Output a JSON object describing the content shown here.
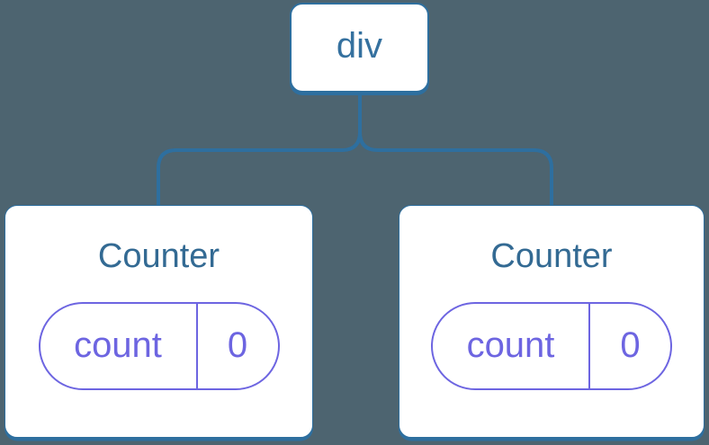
{
  "diagram": {
    "type": "component-tree",
    "colors": {
      "background": "#4D6470",
      "card": "#FFFFFF",
      "stroke": "#2E6F9F",
      "root_label": "#35719F",
      "component_title": "#336A93",
      "state_accent": "#6D65E1"
    },
    "root": {
      "label": "div"
    },
    "children": [
      {
        "title": "Counter",
        "state": {
          "key": "count",
          "value": "0"
        }
      },
      {
        "title": "Counter",
        "state": {
          "key": "count",
          "value": "0"
        }
      }
    ]
  }
}
